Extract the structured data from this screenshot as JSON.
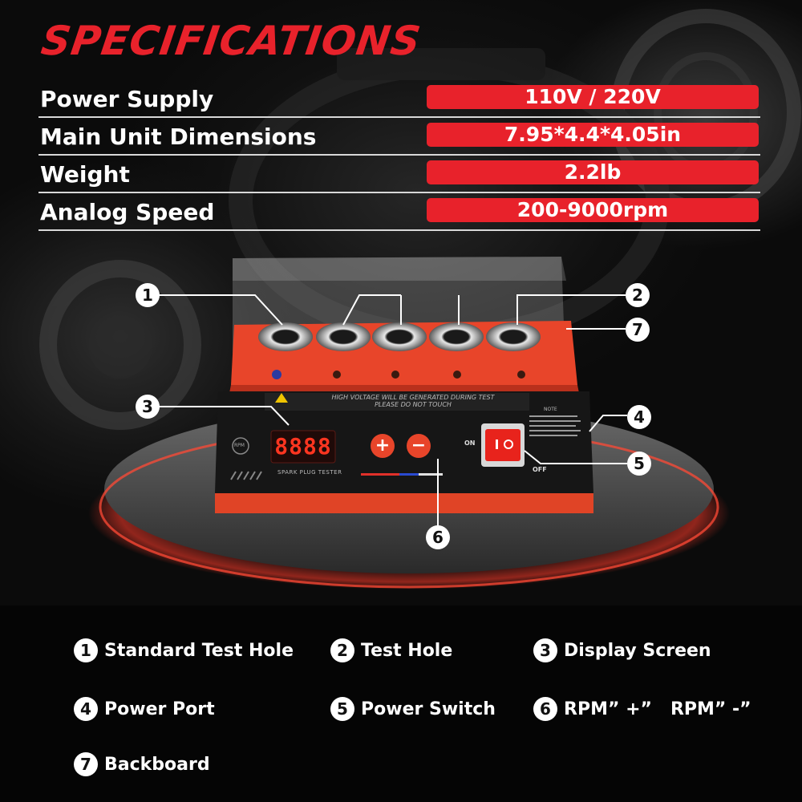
{
  "title": "SPECIFICATIONS",
  "specs": [
    {
      "label": "Power Supply",
      "value": "110V / 220V"
    },
    {
      "label": "Main Unit Dimensions",
      "value": "7.95*4.4*4.05in"
    },
    {
      "label": "Weight",
      "value": "2.2lb"
    },
    {
      "label": "Analog Speed",
      "value": "200-9000rpm"
    }
  ],
  "device": {
    "warning": "HIGH VOLTAGE WILL BE GENERATED DURING TEST",
    "warning2": "PLEASE DO NOT TOUCH",
    "rpm_label": "RPM",
    "display": "8888",
    "model": "SPARK PLUG TESTER",
    "switch_on": "ON",
    "switch_off": "OFF",
    "plus": "+",
    "minus": "−",
    "note_title": "NOTE"
  },
  "callouts": [
    "1",
    "2",
    "3",
    "4",
    "5",
    "6",
    "7"
  ],
  "legend": [
    {
      "num": "1",
      "label": "Standard Test Hole"
    },
    {
      "num": "2",
      "label": "Test Hole"
    },
    {
      "num": "3",
      "label": "Display Screen"
    },
    {
      "num": "4",
      "label": "Power Port"
    },
    {
      "num": "5",
      "label": "Power Switch"
    },
    {
      "num": "6",
      "label": "RPM” +”   RPM” -”"
    },
    {
      "num": "7",
      "label": "Backboard"
    }
  ],
  "colors": {
    "accent": "#e8222b",
    "device_orange": "#e8452a",
    "background": "#070707"
  }
}
